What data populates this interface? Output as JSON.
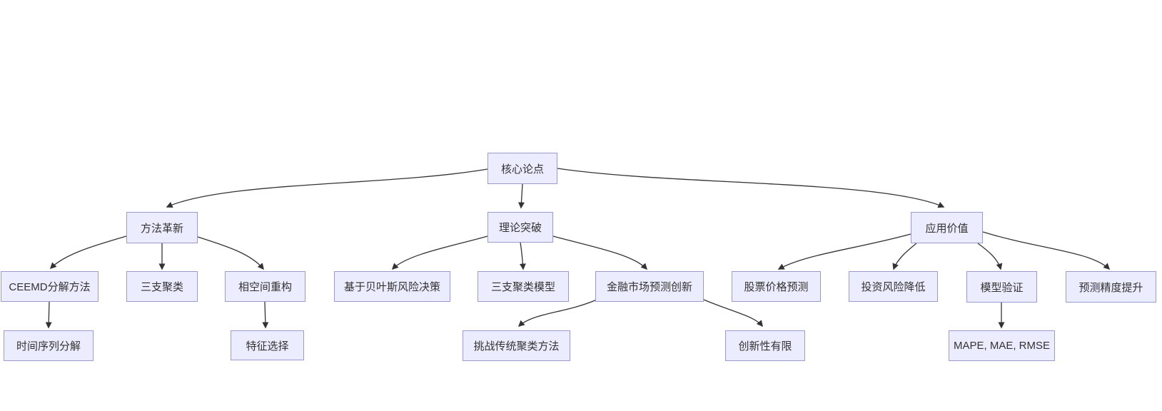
{
  "diagram": {
    "type": "flowchart-top-down",
    "root_label": "核心论点",
    "colors": {
      "node_fill": "#ECECFF",
      "node_border": "#9a9ad0",
      "edge": "#333333",
      "text": "#333333",
      "background": "#ffffff"
    },
    "nodes": [
      {
        "id": "core-thesis",
        "label": "核心论点",
        "level": 1
      },
      {
        "id": "method-innovation",
        "label": "方法革新",
        "level": 2
      },
      {
        "id": "theory-breakthrough",
        "label": "理论突破",
        "level": 2
      },
      {
        "id": "application-value",
        "label": "应用价值",
        "level": 2
      },
      {
        "id": "ceemd-decomposition",
        "label": "CEEMD分解方法",
        "level": 3
      },
      {
        "id": "three-way-clustering",
        "label": "三支聚类",
        "level": 3
      },
      {
        "id": "phase-space-reconstruction",
        "label": "相空间重构",
        "level": 3
      },
      {
        "id": "bayes-risk-decision",
        "label": "基于贝叶斯风险决策",
        "level": 3
      },
      {
        "id": "three-way-clustering-model",
        "label": "三支聚类模型",
        "level": 3
      },
      {
        "id": "financial-forecast-innovation",
        "label": "金融市场预测创新",
        "level": 3
      },
      {
        "id": "stock-price-prediction",
        "label": "股票价格预测",
        "level": 3
      },
      {
        "id": "investment-risk-reduction",
        "label": "投资风险降低",
        "level": 3
      },
      {
        "id": "model-validation",
        "label": "模型验证",
        "level": 3
      },
      {
        "id": "forecast-precision-improvement",
        "label": "预测精度提升",
        "level": 3
      },
      {
        "id": "time-series-decomposition",
        "label": "时间序列分解",
        "level": 4
      },
      {
        "id": "feature-selection",
        "label": "特征选择",
        "level": 4
      },
      {
        "id": "challenge-traditional-clustering",
        "label": "挑战传统聚类方法",
        "level": 4
      },
      {
        "id": "limited-novelty",
        "label": "创新性有限",
        "level": 4
      },
      {
        "id": "evaluation-metrics",
        "label": "MAPE, MAE, RMSE",
        "level": 4
      }
    ],
    "edges": [
      {
        "from": "core-thesis",
        "to": "method-innovation"
      },
      {
        "from": "core-thesis",
        "to": "theory-breakthrough"
      },
      {
        "from": "core-thesis",
        "to": "application-value"
      },
      {
        "from": "method-innovation",
        "to": "ceemd-decomposition"
      },
      {
        "from": "method-innovation",
        "to": "three-way-clustering"
      },
      {
        "from": "method-innovation",
        "to": "phase-space-reconstruction"
      },
      {
        "from": "theory-breakthrough",
        "to": "bayes-risk-decision"
      },
      {
        "from": "theory-breakthrough",
        "to": "three-way-clustering-model"
      },
      {
        "from": "theory-breakthrough",
        "to": "financial-forecast-innovation"
      },
      {
        "from": "application-value",
        "to": "stock-price-prediction"
      },
      {
        "from": "application-value",
        "to": "investment-risk-reduction"
      },
      {
        "from": "application-value",
        "to": "model-validation"
      },
      {
        "from": "application-value",
        "to": "forecast-precision-improvement"
      },
      {
        "from": "ceemd-decomposition",
        "to": "time-series-decomposition"
      },
      {
        "from": "phase-space-reconstruction",
        "to": "feature-selection"
      },
      {
        "from": "financial-forecast-innovation",
        "to": "challenge-traditional-clustering"
      },
      {
        "from": "financial-forecast-innovation",
        "to": "limited-novelty"
      },
      {
        "from": "model-validation",
        "to": "evaluation-metrics"
      }
    ]
  }
}
